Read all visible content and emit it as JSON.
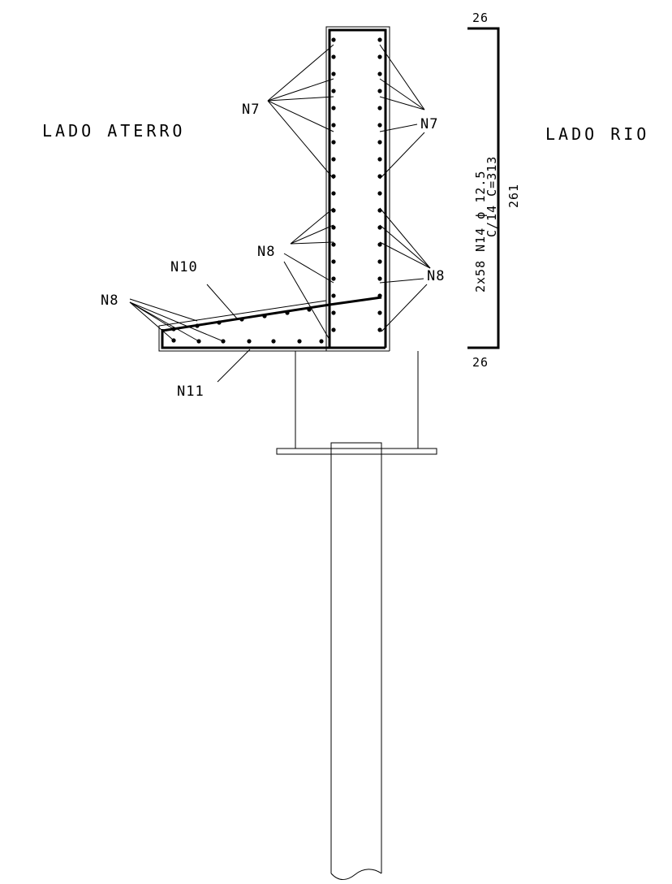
{
  "sides": {
    "fill_side": "LADO ATERRO",
    "river_side": "LADO RIO"
  },
  "labels": {
    "n7": "N7",
    "n8": "N8",
    "n10": "N10",
    "n11": "N11"
  },
  "rebar_schedule": {
    "top_hook": "26",
    "bottom_hook": "26",
    "line1": "2x58 N14 ϕ 12.5",
    "line2": "C/14 C=313",
    "length": "261"
  }
}
